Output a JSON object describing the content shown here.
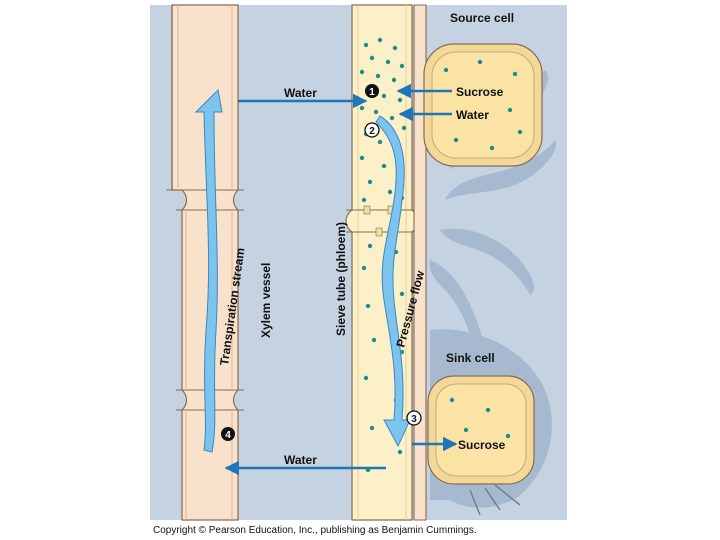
{
  "labels": {
    "source_cell": "Source cell",
    "sink_cell": "Sink cell",
    "water_top": "Water",
    "water_source": "Water",
    "water_bottom": "Water",
    "sucrose_top": "Sucrose",
    "sucrose_bottom": "Sucrose",
    "transpiration_stream": "Transpiration stream",
    "xylem_vessel": "Xylem vessel",
    "sieve_tube": "Sieve tube (phloem)",
    "pressure_flow": "Pressure flow"
  },
  "steps": {
    "one": "1",
    "two": "2",
    "three": "3",
    "four": "4"
  },
  "copyright": "Copyright © Pearson Education, Inc., publishing as Benjamin Cummings.",
  "colors": {
    "xylem_fill": "#f8e2cc",
    "phloem_fill": "#fbf0c8",
    "cell_fill": "#fbe3a6",
    "background": "#c5d2e2",
    "flow_arrow": "#7cc4ee",
    "arrow_blue": "#1e75b8",
    "sugar_dot": "#1f8e8a",
    "plant_silhouette": "#a7b9ce"
  }
}
